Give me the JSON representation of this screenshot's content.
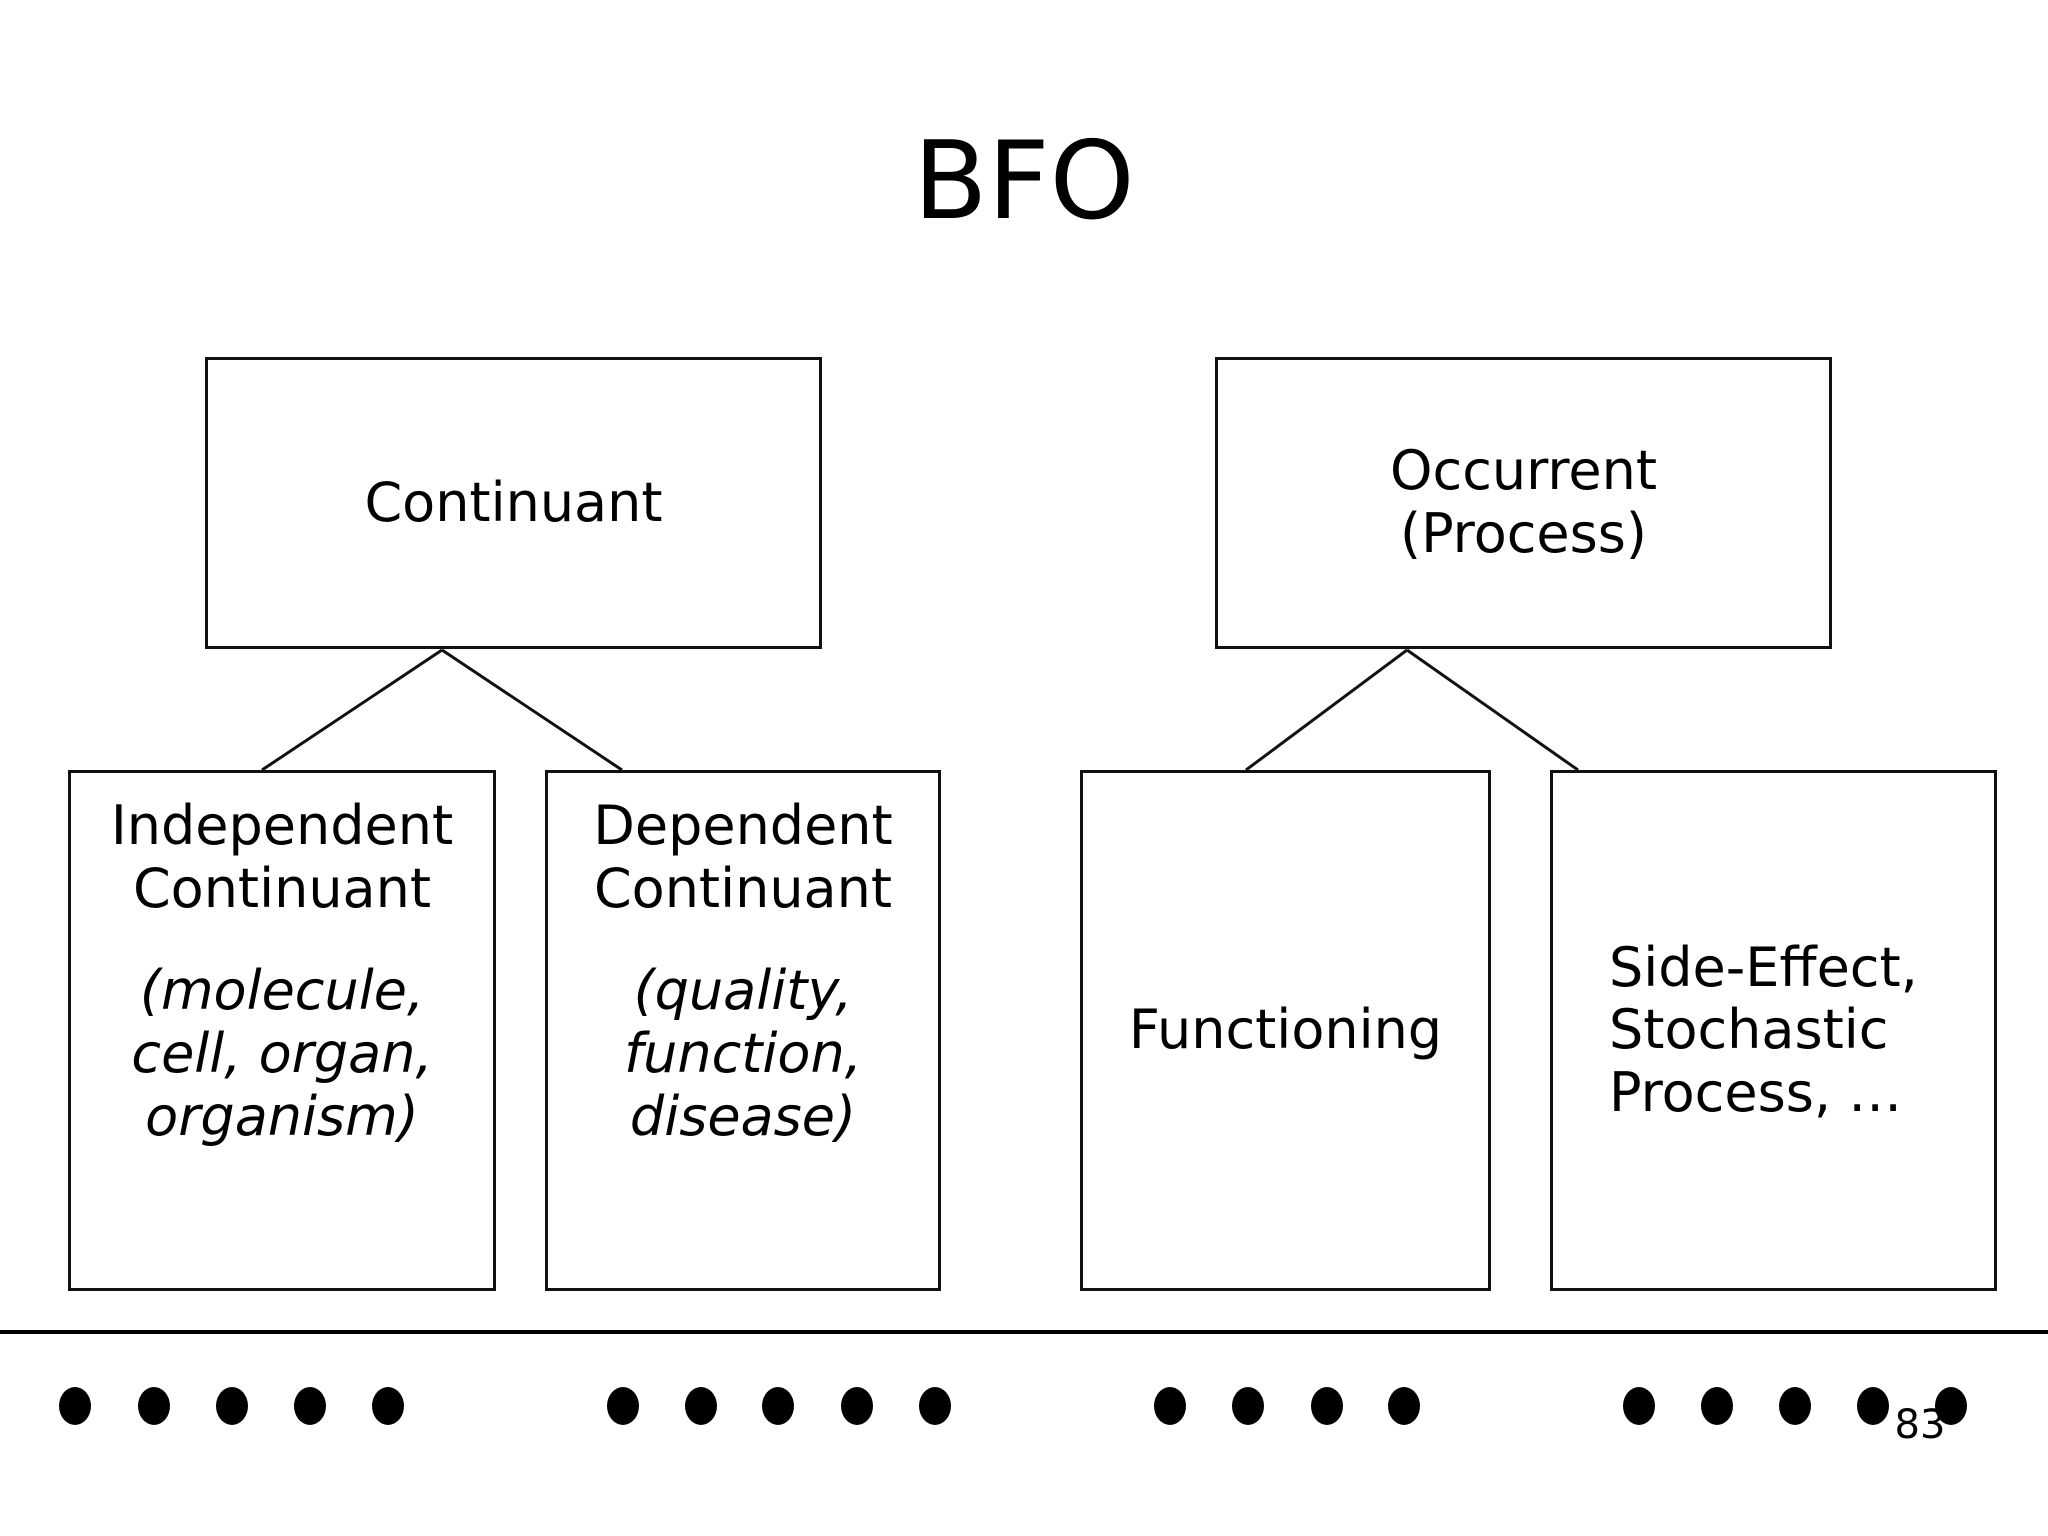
{
  "slide": {
    "title": "BFO",
    "page_number": "83"
  },
  "diagram": {
    "nodes": {
      "continuant": {
        "label": "Continuant"
      },
      "occurrent": {
        "line1": "Occurrent",
        "line2": "(Process)"
      },
      "independent_continuant": {
        "line1": "Independent",
        "line2": "Continuant",
        "examples_line1": "(molecule,",
        "examples_line2": "cell, organ,",
        "examples_line3": "organism)"
      },
      "dependent_continuant": {
        "line1": "Dependent",
        "line2": "Continuant",
        "examples_line1": "(quality,",
        "examples_line2": "function,",
        "examples_line3": "disease)"
      },
      "functioning": {
        "label": "Functioning"
      },
      "side_effect": {
        "line1": "Side-Effect,",
        "line2": "Stochastic",
        "line3": "Process, …"
      }
    },
    "edges": [
      {
        "from": "continuant",
        "to": "independent-continuant"
      },
      {
        "from": "continuant",
        "to": "dependent-continuant"
      },
      {
        "from": "occurrent",
        "to": "functioning"
      },
      {
        "from": "occurrent",
        "to": "side-effect"
      }
    ]
  },
  "footer": {
    "dot_groups": [
      {
        "count": 5,
        "positions": [
          75,
          154,
          232,
          310,
          388
        ]
      },
      {
        "count": 5,
        "positions": [
          623,
          701,
          778,
          857,
          935
        ]
      },
      {
        "count": 4,
        "positions": [
          1170,
          1248,
          1327,
          1404
        ]
      },
      {
        "count": 5,
        "positions": [
          1639,
          1717,
          1795,
          1873,
          1951
        ]
      }
    ]
  },
  "colors": {
    "background": "#ffffff",
    "ink": "#000000",
    "box_border": "#111111"
  }
}
